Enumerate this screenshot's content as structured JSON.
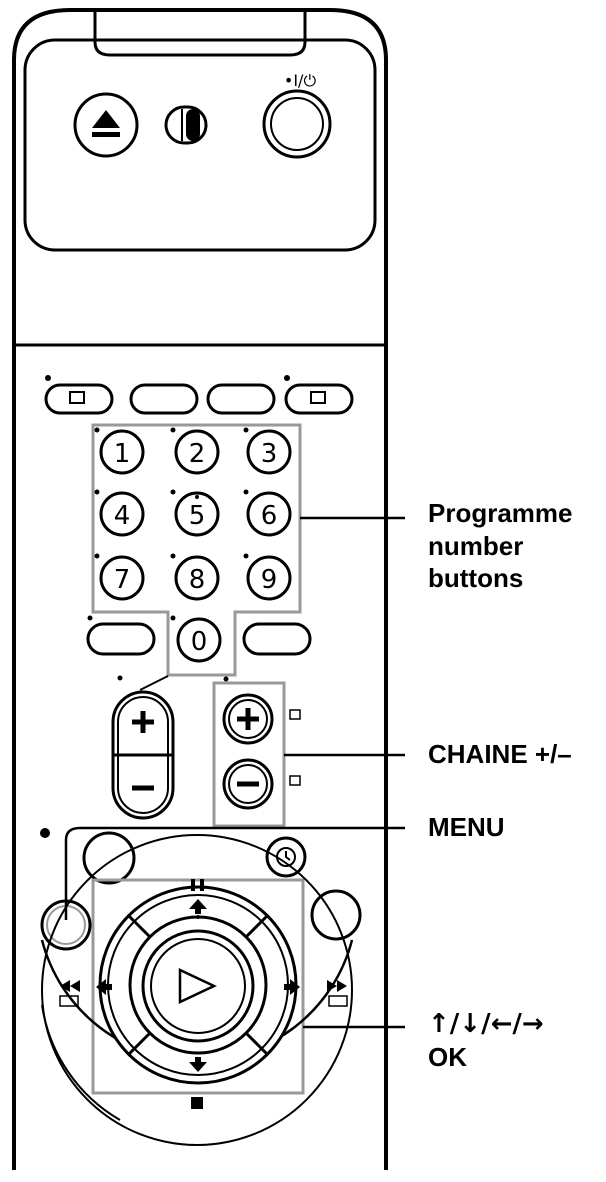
{
  "remote": {
    "power_label": "•I/⏻",
    "number_buttons": [
      "1",
      "2",
      "3",
      "4",
      "5",
      "6",
      "7",
      "8",
      "9",
      "0"
    ]
  },
  "callouts": {
    "programme_numbers": {
      "line1": "Programme",
      "line2": "number",
      "line3": "buttons"
    },
    "chaine": "CHAINE +/–",
    "menu": "MENU",
    "arrows": {
      "line1": "↑/↓/←/→",
      "line2": "OK"
    }
  },
  "colors": {
    "ink": "#000000",
    "panel": "#ffffff"
  }
}
